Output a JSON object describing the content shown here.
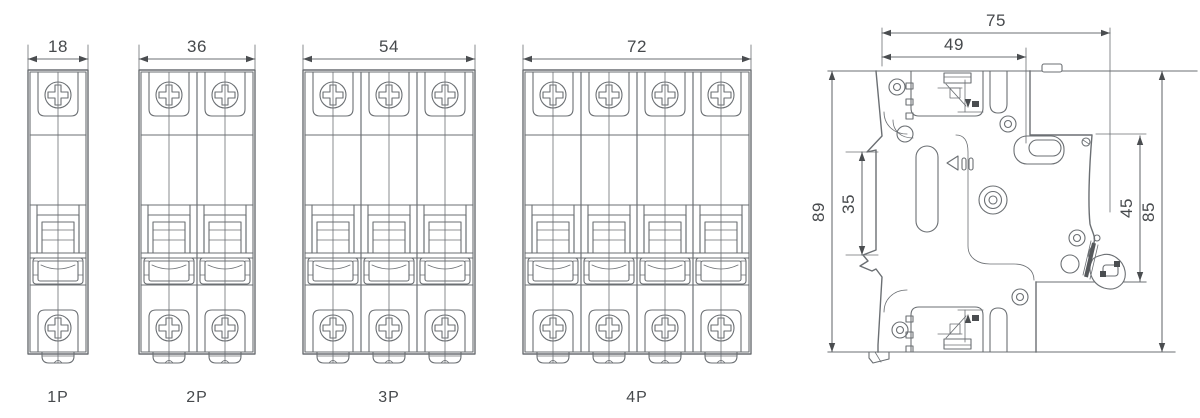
{
  "front_views": [
    {
      "label": "1P",
      "poles": 1,
      "width_dim": "18"
    },
    {
      "label": "2P",
      "poles": 2,
      "width_dim": "36"
    },
    {
      "label": "3P",
      "poles": 3,
      "width_dim": "54"
    },
    {
      "label": "4P",
      "poles": 4,
      "width_dim": "72"
    }
  ],
  "side_view": {
    "dims": {
      "top_outer": "75",
      "top_inner": "49",
      "left_outer": "89",
      "left_inner": "35",
      "right_inner": "45",
      "right_outer": "85"
    }
  },
  "colors": {
    "line": "#6b6f73",
    "dark": "#4a4d50",
    "text": "#46494c",
    "background": "#ffffff"
  }
}
